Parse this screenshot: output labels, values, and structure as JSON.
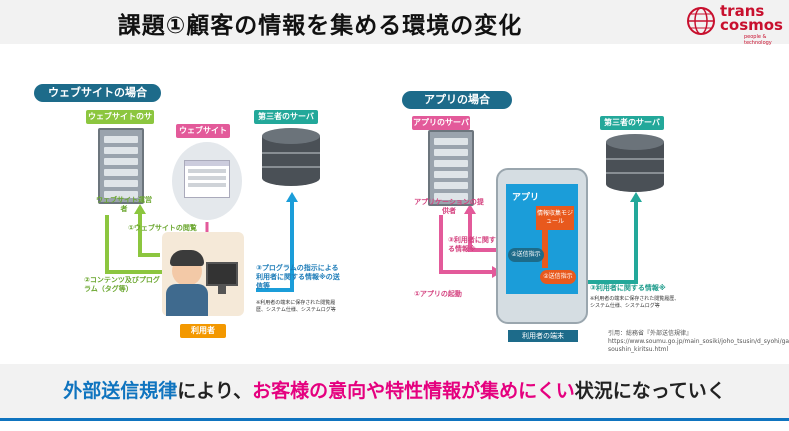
{
  "header": {
    "title": "課題①顧客の情報を集める環境の変化",
    "logo_line1": "trans",
    "logo_line2": "cosmos",
    "logo_tagline": "people & technology"
  },
  "left_panel": {
    "badge": "ウェブサイトの場合",
    "server_label": "ウェブサイトのサーバ",
    "site_label": "ウェブサイト",
    "third_party_label": "第三者のサーバ",
    "operator": "ウェブサイト運営者",
    "step1": "①ウェブサイトの閲覧",
    "step2": "②コンテンツ及びプログラム（タグ等）",
    "step3": "③プログラムの指示による利用者に関する情報※の送信等",
    "step3_note": "※利用者の端末に保存された閲覧履歴、システム仕様、システムログ等",
    "user_label": "利用者"
  },
  "right_panel": {
    "badge": "アプリの場合",
    "server_label": "アプリのサーバ",
    "third_party_label": "第三者のサーバ",
    "provider": "アプリケーションの提供者",
    "info_label": "③利用者に関する情報※",
    "step1": "①アプリの起動",
    "app_title": "アプリ",
    "module": "情報収集モジュール",
    "send1": "②送信指示",
    "send2": "②送信指示",
    "step3": "③利用者に関する情報※",
    "step3_note": "※利用者の端末に保存された閲覧履歴、システム仕様、システムログ等",
    "device_label": "利用者の端末"
  },
  "citation": {
    "line1": "引用：総務省『外部送信規律』",
    "line2": "https://www.soumu.go.jp/main_sosiki/joho_tsusin/d_syohi/gaibu",
    "line3": "soushin_kiritsu.html"
  },
  "bottom": {
    "part1": "外部送信規律",
    "part2": "により、",
    "part3": "お客様の意向や特性情報が集めにくい",
    "part4": "状況になっていく"
  },
  "colors": {
    "accent_blue": "#0f74bf",
    "accent_pink": "#e5007f",
    "green": "#8cc63f",
    "pink": "#e35a9a",
    "teal": "#23a89a",
    "orange": "#f39800",
    "brand_red": "#c8102e"
  }
}
